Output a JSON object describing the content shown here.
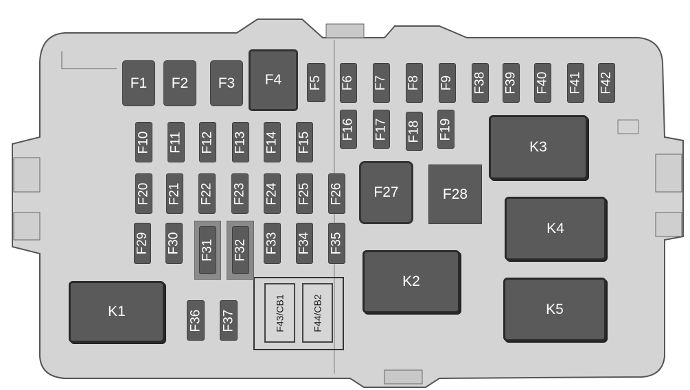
{
  "title": "Fuse box layout",
  "colors": {
    "housing": "#d4d4d4",
    "fuse": "#5b5b5b",
    "relay": "#5a5a5a",
    "outline": "#555555"
  },
  "fuses": {
    "F1": "F1",
    "F2": "F2",
    "F3": "F3",
    "F4": "F4",
    "F5": "F5",
    "F6": "F6",
    "F7": "F7",
    "F8": "F8",
    "F9": "F9",
    "F10": "F10",
    "F11": "F11",
    "F12": "F12",
    "F13": "F13",
    "F14": "F14",
    "F15": "F15",
    "F16": "F16",
    "F17": "F17",
    "F18": "F18",
    "F19": "F19",
    "F20": "F20",
    "F21": "F21",
    "F22": "F22",
    "F23": "F23",
    "F24": "F24",
    "F25": "F25",
    "F26": "F26",
    "F27": "F27",
    "F28": "F28",
    "F29": "F29",
    "F30": "F30",
    "F31": "F31",
    "F32": "F32",
    "F33": "F33",
    "F34": "F34",
    "F35": "F35",
    "F36": "F36",
    "F37": "F37",
    "F38": "F38",
    "F39": "F39",
    "F40": "F40",
    "F41": "F41",
    "F42": "F42",
    "F43": "F43/CB1",
    "F44": "F44/CB2"
  },
  "relays": {
    "K1": "K1",
    "K2": "K2",
    "K3": "K3",
    "K4": "K4",
    "K5": "K5"
  }
}
